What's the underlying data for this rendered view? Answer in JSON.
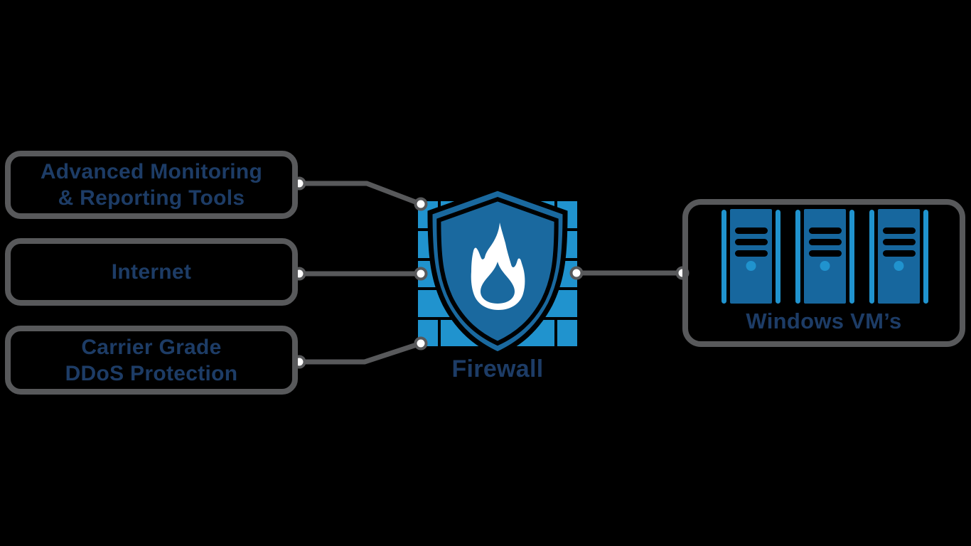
{
  "nodes": {
    "monitoring": {
      "label": "Advanced Monitoring\n& Reporting Tools"
    },
    "internet": {
      "label": "Internet"
    },
    "ddos": {
      "label": "Carrier Grade\nDDoS Protection"
    },
    "firewall": {
      "label": "Firewall"
    },
    "vms": {
      "label": "Windows VM’s"
    }
  },
  "icons": {
    "firewall": "brick-wall-shield-flame-icon",
    "vms": "three-server-tower-icons"
  },
  "connections": [
    {
      "from": "monitoring",
      "to": "firewall"
    },
    {
      "from": "internet",
      "to": "firewall"
    },
    {
      "from": "ddos",
      "to": "firewall"
    },
    {
      "from": "firewall",
      "to": "vms"
    }
  ],
  "colors": {
    "background": "#000000",
    "navy": "#1d3c66",
    "gray": "#58595b",
    "lightblue": "#2093ce",
    "shieldblue": "#1a699f",
    "serverblue": "#17679e",
    "white": "#ffffff"
  }
}
